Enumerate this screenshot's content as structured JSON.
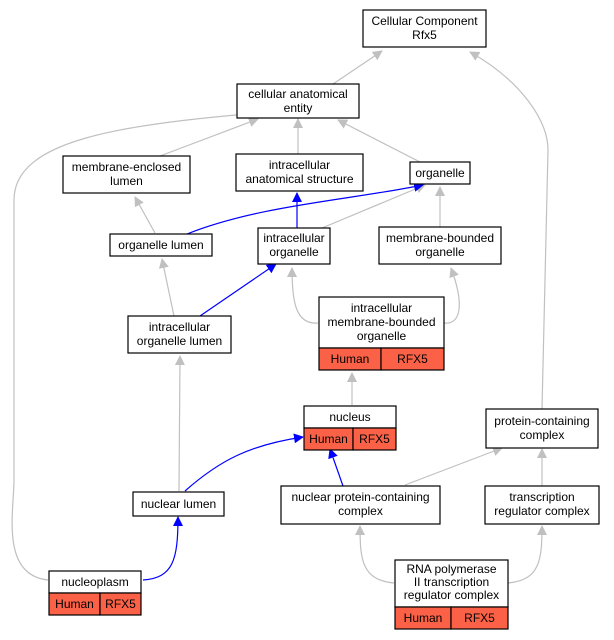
{
  "colors": {
    "edge_default": "#c0c0c0",
    "edge_highlight": "#0000ff",
    "annotation_fill": "#fa6146"
  },
  "nodes": {
    "root": {
      "lines": [
        "Cellular Component",
        "Rfx5"
      ]
    },
    "cae": {
      "lines": [
        "cellular anatomical",
        "entity"
      ]
    },
    "mel": {
      "lines": [
        "membrane-enclosed",
        "lumen"
      ]
    },
    "ias": {
      "lines": [
        "intracellular",
        "anatomical structure"
      ]
    },
    "org": {
      "lines": [
        "organelle"
      ]
    },
    "orglum": {
      "lines": [
        "organelle lumen"
      ]
    },
    "iorg": {
      "lines": [
        "intracellular",
        "organelle"
      ]
    },
    "mbo": {
      "lines": [
        "membrane-bounded",
        "organelle"
      ]
    },
    "iol": {
      "lines": [
        "intracellular",
        "organelle lumen"
      ]
    },
    "imbo": {
      "lines": [
        "intracellular",
        "membrane-bounded",
        "organelle"
      ],
      "annotations": [
        "Human",
        "RFX5"
      ]
    },
    "nucleus": {
      "lines": [
        "nucleus"
      ],
      "annotations": [
        "Human",
        "RFX5"
      ]
    },
    "pcc": {
      "lines": [
        "protein-containing",
        "complex"
      ]
    },
    "nlum": {
      "lines": [
        "nuclear lumen"
      ]
    },
    "npcc": {
      "lines": [
        "nuclear protein-containing",
        "complex"
      ]
    },
    "trc": {
      "lines": [
        "transcription",
        "regulator complex"
      ]
    },
    "np": {
      "lines": [
        "nucleoplasm"
      ],
      "annotations": [
        "Human",
        "RFX5"
      ]
    },
    "rnap": {
      "lines": [
        "RNA polymerase",
        "II transcription",
        "regulator complex"
      ],
      "annotations": [
        "Human",
        "RFX5"
      ]
    }
  }
}
